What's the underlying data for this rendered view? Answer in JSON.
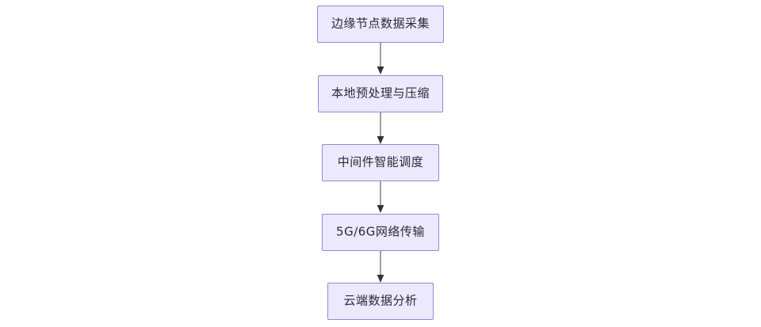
{
  "diagram": {
    "type": "flowchart",
    "orientation": "top-to-bottom",
    "background_color": "#ffffff",
    "node_fill_color": "#ECE8FD",
    "node_border_color": "#9F82D6",
    "node_text_color": "#2b2b35",
    "edge_color": "#787878",
    "arrowhead_color": "#333333",
    "nodes": [
      {
        "id": "n1",
        "label": "边缘节点数据采集"
      },
      {
        "id": "n2",
        "label": "本地预处理与压缩"
      },
      {
        "id": "n3",
        "label": "中间件智能调度"
      },
      {
        "id": "n4",
        "label": "5G/6G网络传输"
      },
      {
        "id": "n5",
        "label": "云端数据分析"
      }
    ],
    "edges": [
      {
        "from": "n1",
        "to": "n2",
        "label": ""
      },
      {
        "from": "n2",
        "to": "n3",
        "label": ""
      },
      {
        "from": "n3",
        "to": "n4",
        "label": ""
      },
      {
        "from": "n4",
        "to": "n5",
        "label": ""
      }
    ]
  }
}
